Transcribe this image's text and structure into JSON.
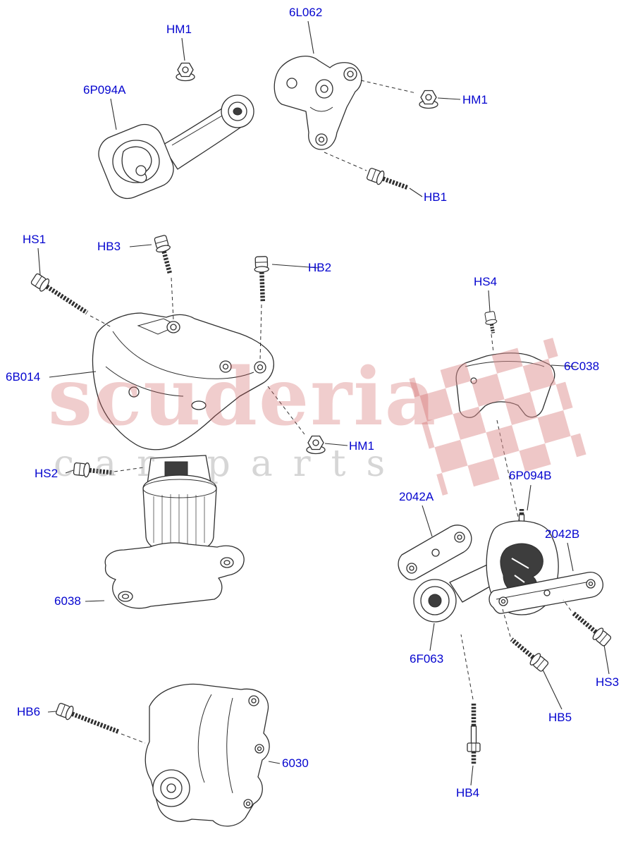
{
  "diagram": {
    "watermark": {
      "line1": "scuderia",
      "line2": "car parts"
    },
    "colors": {
      "label_blue": "#0404cf",
      "line_dark": "#2f2f2f",
      "watermark_red": "#cf5b5b",
      "watermark_gray": "#9a9a9a",
      "flag_pink": "#dd8f8f"
    },
    "labels": [
      {
        "text": "HM1"
      },
      {
        "text": "6L062"
      },
      {
        "text": "6P094A"
      },
      {
        "text": "HM1"
      },
      {
        "text": "HB1"
      },
      {
        "text": "HS1"
      },
      {
        "text": "HB3"
      },
      {
        "text": "HB2"
      },
      {
        "text": "HS4"
      },
      {
        "text": "6C038"
      },
      {
        "text": "6B014"
      },
      {
        "text": "HM1"
      },
      {
        "text": "HS2"
      },
      {
        "text": "2042A"
      },
      {
        "text": "6P094B"
      },
      {
        "text": "2042B"
      },
      {
        "text": "6038"
      },
      {
        "text": "6F063"
      },
      {
        "text": "HS3"
      },
      {
        "text": "HB5"
      },
      {
        "text": "HB6"
      },
      {
        "text": "6030"
      },
      {
        "text": "HB4"
      }
    ]
  }
}
